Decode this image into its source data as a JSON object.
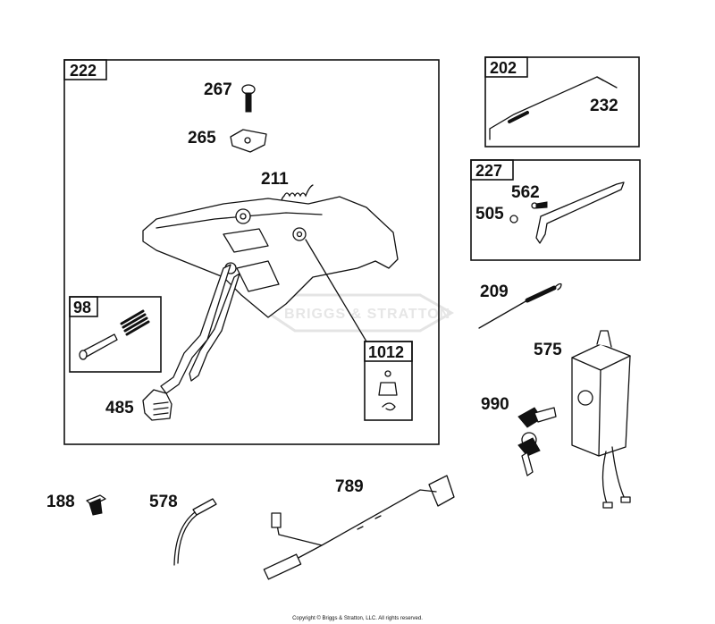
{
  "boxes": {
    "b222": "222",
    "b98": "98",
    "b1012": "1012",
    "b202": "202",
    "b227": "227"
  },
  "callouts": {
    "p267": "267",
    "p265": "265",
    "p211": "211",
    "p485": "485",
    "p232": "232",
    "p562": "562",
    "p505": "505",
    "p209": "209",
    "p575": "575",
    "p990": "990",
    "p188": "188",
    "p578": "578",
    "p789": "789"
  },
  "watermark": "BRIGGS & STRATTON",
  "copyright": "Copyright © Briggs & Stratton, LLC. All rights reserved."
}
